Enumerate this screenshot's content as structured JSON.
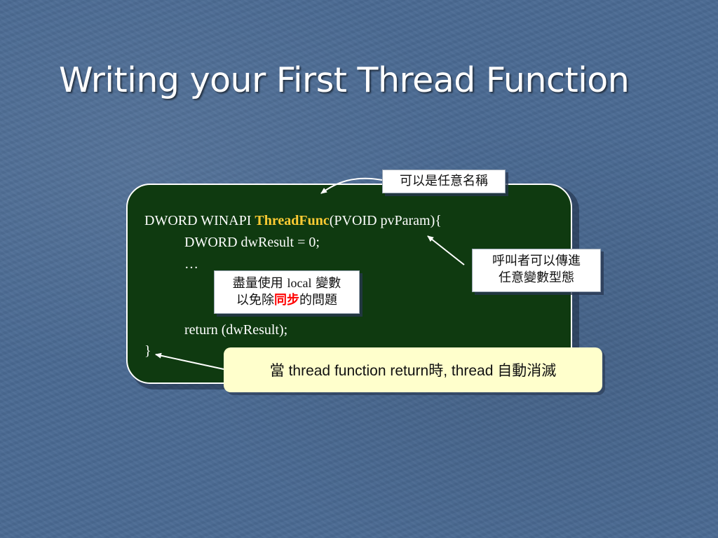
{
  "slide": {
    "title": "Writing your First Thread Function"
  },
  "code": {
    "line1_prefix": "DWORD WINAPI ",
    "line1_func": "ThreadFunc",
    "line1_suffix": "(PVOID pvParam){",
    "line2": "DWORD dwResult = 0;",
    "line3": "…",
    "line4": "return (dwResult);",
    "line5": "}"
  },
  "callouts": {
    "any_name": "可以是任意名稱",
    "param_line1": "呼叫者可以傳進",
    "param_line2": "任意變數型態",
    "local_pre": "盡量使用 ",
    "local_en": "local",
    "local_post": " 變數",
    "sync_pre": "以免除",
    "sync_hl": "同步",
    "sync_post": "的問題",
    "return_note": "當 thread function return時, thread 自動消滅"
  },
  "colors": {
    "background": "#4a6a93",
    "code_box": "#0f3a10",
    "function_name": "#ffcc33",
    "highlight": "#ff0000",
    "note_background": "#ffffcc"
  }
}
